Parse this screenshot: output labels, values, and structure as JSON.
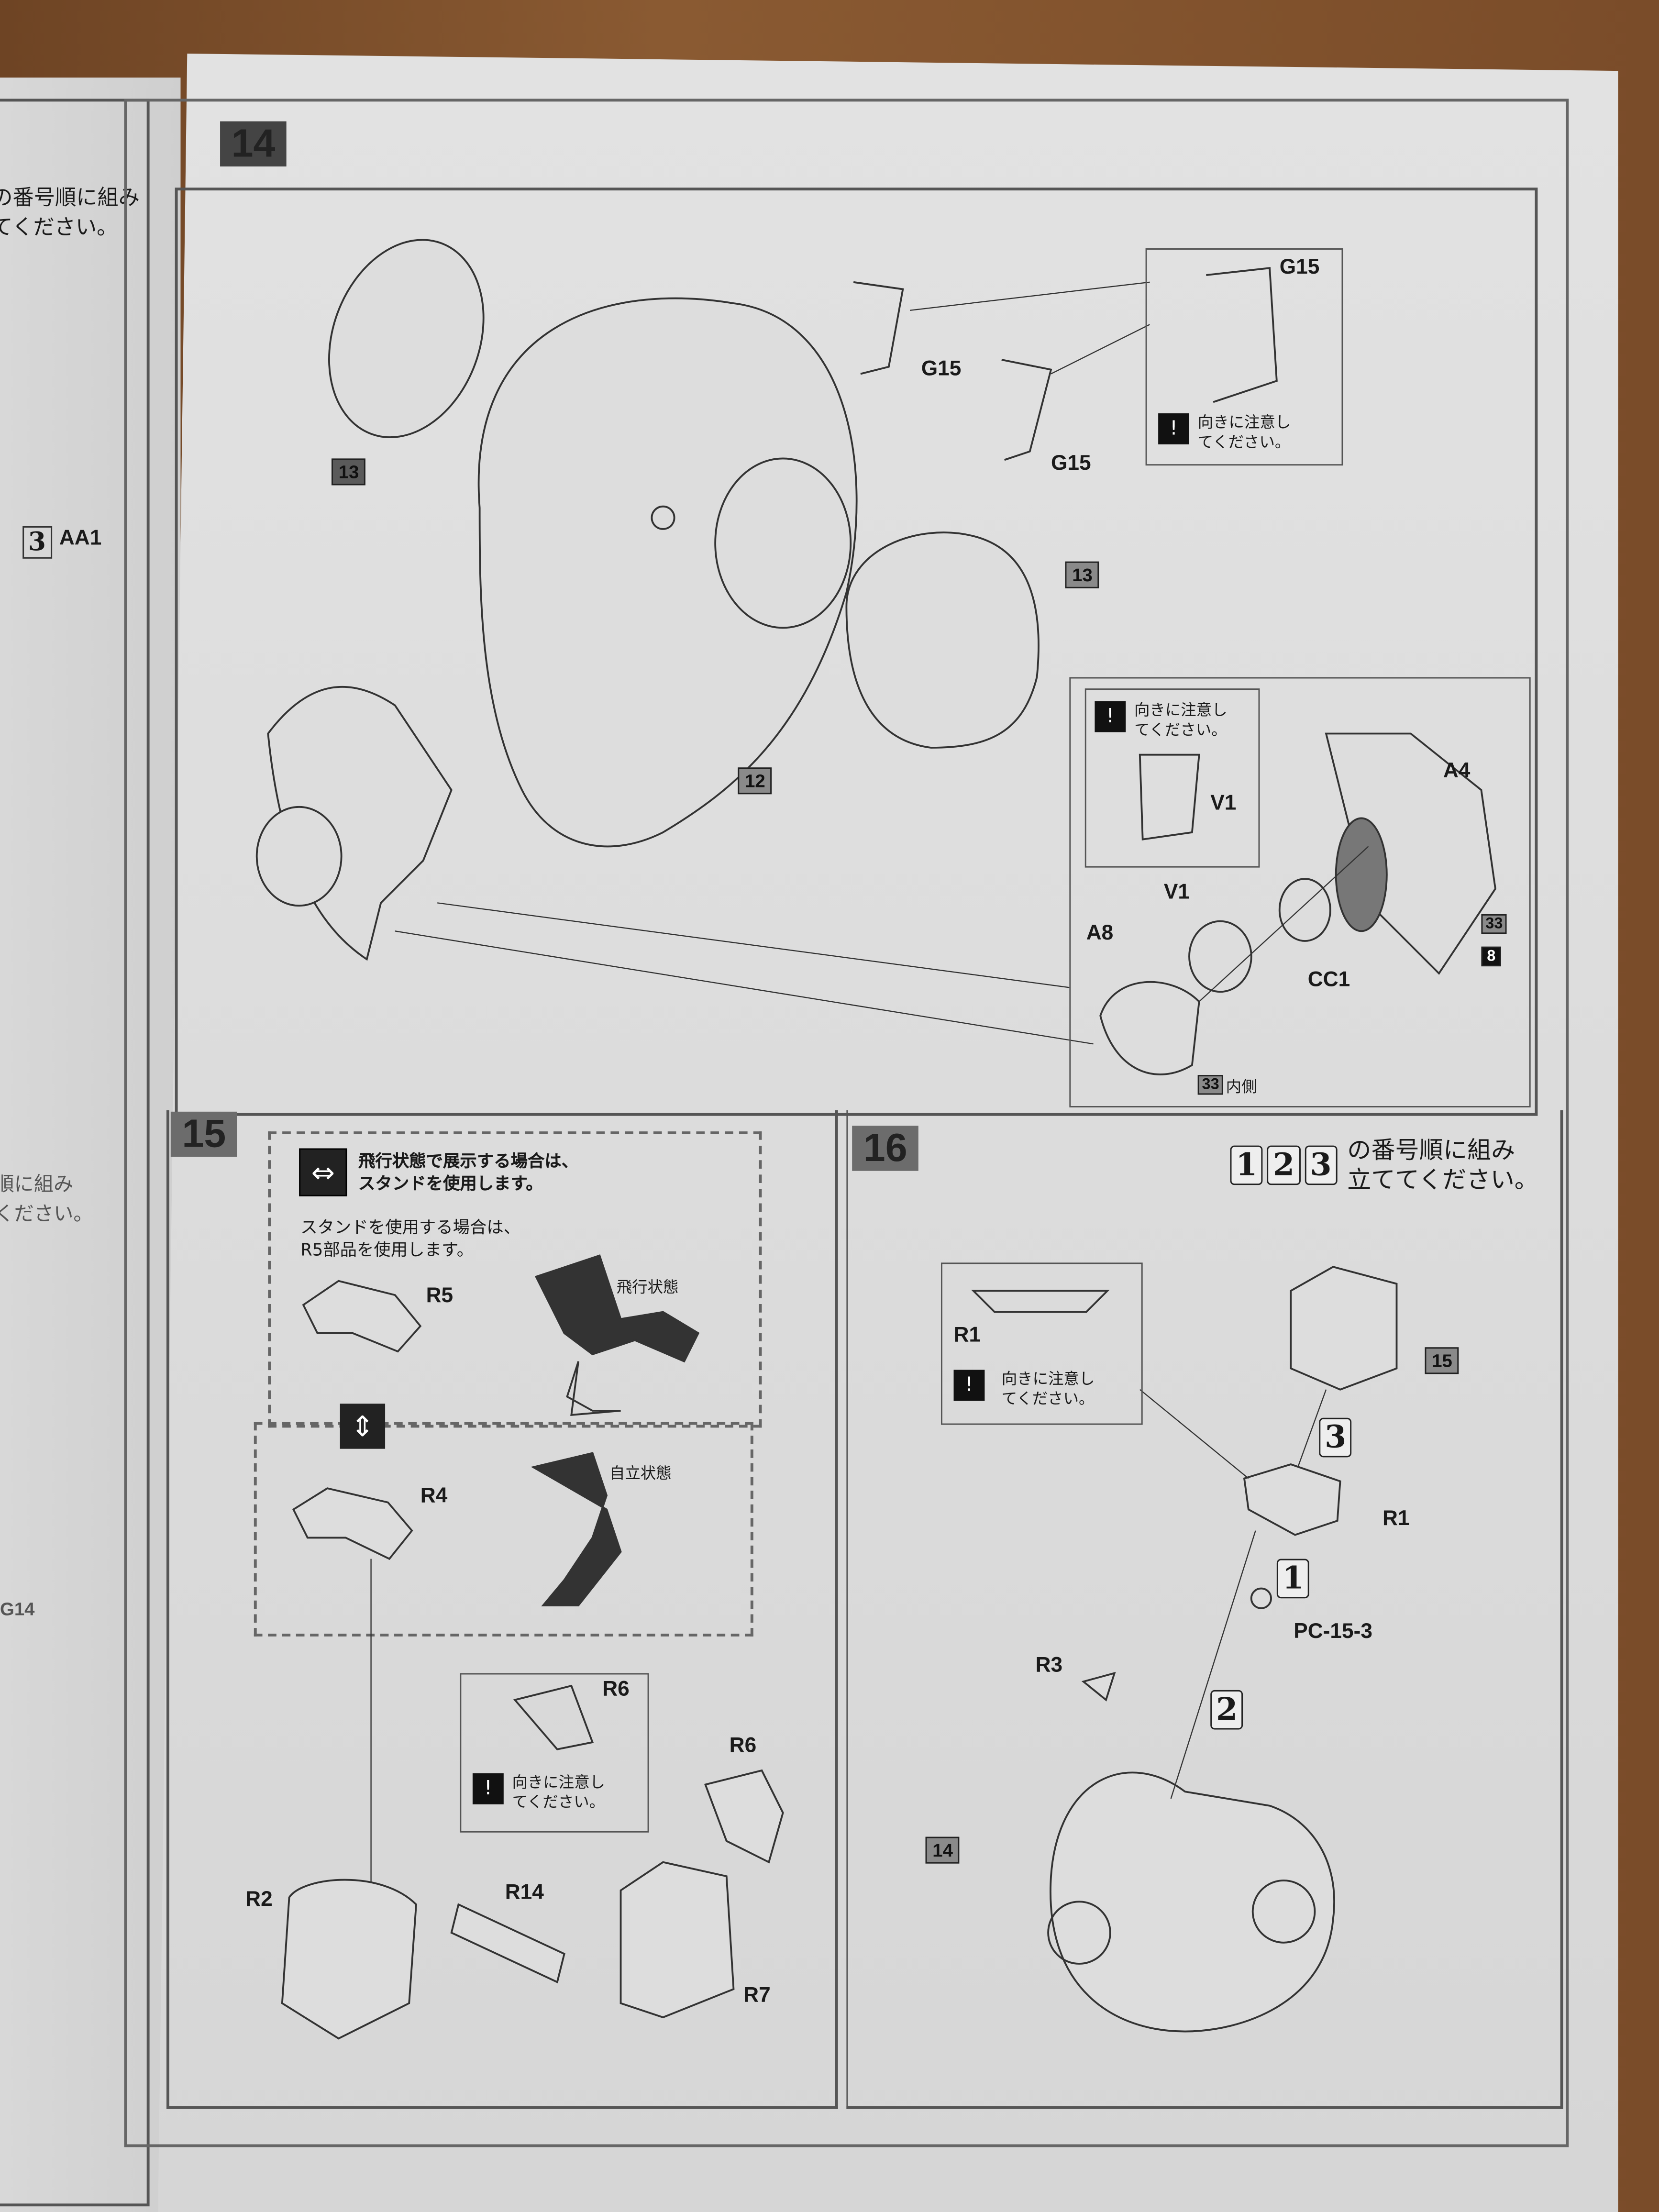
{
  "left_page": {
    "top_note": "の番号順に組み\nてください。",
    "step_ref": "3",
    "part_aa1": "AA1",
    "mid_note": "順に組み\nください。",
    "part_g14": "G14"
  },
  "step14": {
    "number": "14",
    "parts": {
      "g15_a": "G15",
      "g15_b": "G15",
      "sub13_a": "13",
      "sub13_b": "13",
      "sub12": "12"
    },
    "callout_g15": {
      "part": "G15",
      "note": "向きに注意し\nてください。"
    },
    "callout_detail": {
      "inner_note": "向きに注意し\nてください。",
      "inner_part": "V1",
      "v1": "V1",
      "a4": "A4",
      "a8": "A8",
      "cc1": "CC1",
      "sticker_33": "33",
      "sticker_8": "8",
      "sticker_33_inner": "33",
      "inner_label": "内側"
    }
  },
  "step15": {
    "number": "15",
    "fly_note": "飛行状態で展示する場合は、\nスタンドを使用します。",
    "stand_note": "スタンドを使用する場合は、\nR5部品を使用します。",
    "r5": "R5",
    "fly_state": "飛行状態",
    "r4": "R4",
    "standing_state": "自立状態",
    "callout_r6": {
      "part": "R6",
      "note": "向きに注意し\nてください。"
    },
    "r6": "R6",
    "r2": "R2",
    "r14": "R14",
    "r7": "R7"
  },
  "step16": {
    "number": "16",
    "order_nums": [
      "1",
      "2",
      "3"
    ],
    "order_note": "の番号順に組み\n立ててください。",
    "callout_r1": {
      "part": "R1",
      "note": "向きに注意し\nてください。"
    },
    "sub15": "15",
    "step3": "3",
    "r1": "R1",
    "step1": "1",
    "pc": "PC-15-3",
    "r3": "R3",
    "step2": "2",
    "sub14": "14"
  }
}
